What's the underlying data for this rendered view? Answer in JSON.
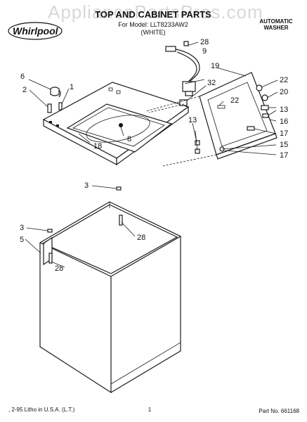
{
  "watermark": "AppliancePartsPros.com",
  "brand": "Whirlpool",
  "title": "TOP AND CABINET PARTS",
  "model_line": "For Model: LLT8233AW2",
  "color_line": "(WHITE)",
  "product_type_line1": "AUTOMATIC",
  "product_type_line2": "WASHER",
  "callouts": {
    "c1": "1",
    "c2": "2",
    "c3a": "3",
    "c3b": "3",
    "c5": "5",
    "c6": "6",
    "c8": "8",
    "c9": "9",
    "c13a": "13",
    "c13b": "13",
    "c15": "15",
    "c16": "16",
    "c17a": "17",
    "c17b": "17",
    "c18": "18",
    "c19": "19",
    "c20": "20",
    "c22a": "22",
    "c22b": "22",
    "c28a": "28",
    "c28b": "28",
    "c28c": "28",
    "c32": "32"
  },
  "footer": {
    "left": ", 2-95 Litho in U.S.A. (L.T.)",
    "center": "1",
    "right": "Part No. 661168"
  }
}
